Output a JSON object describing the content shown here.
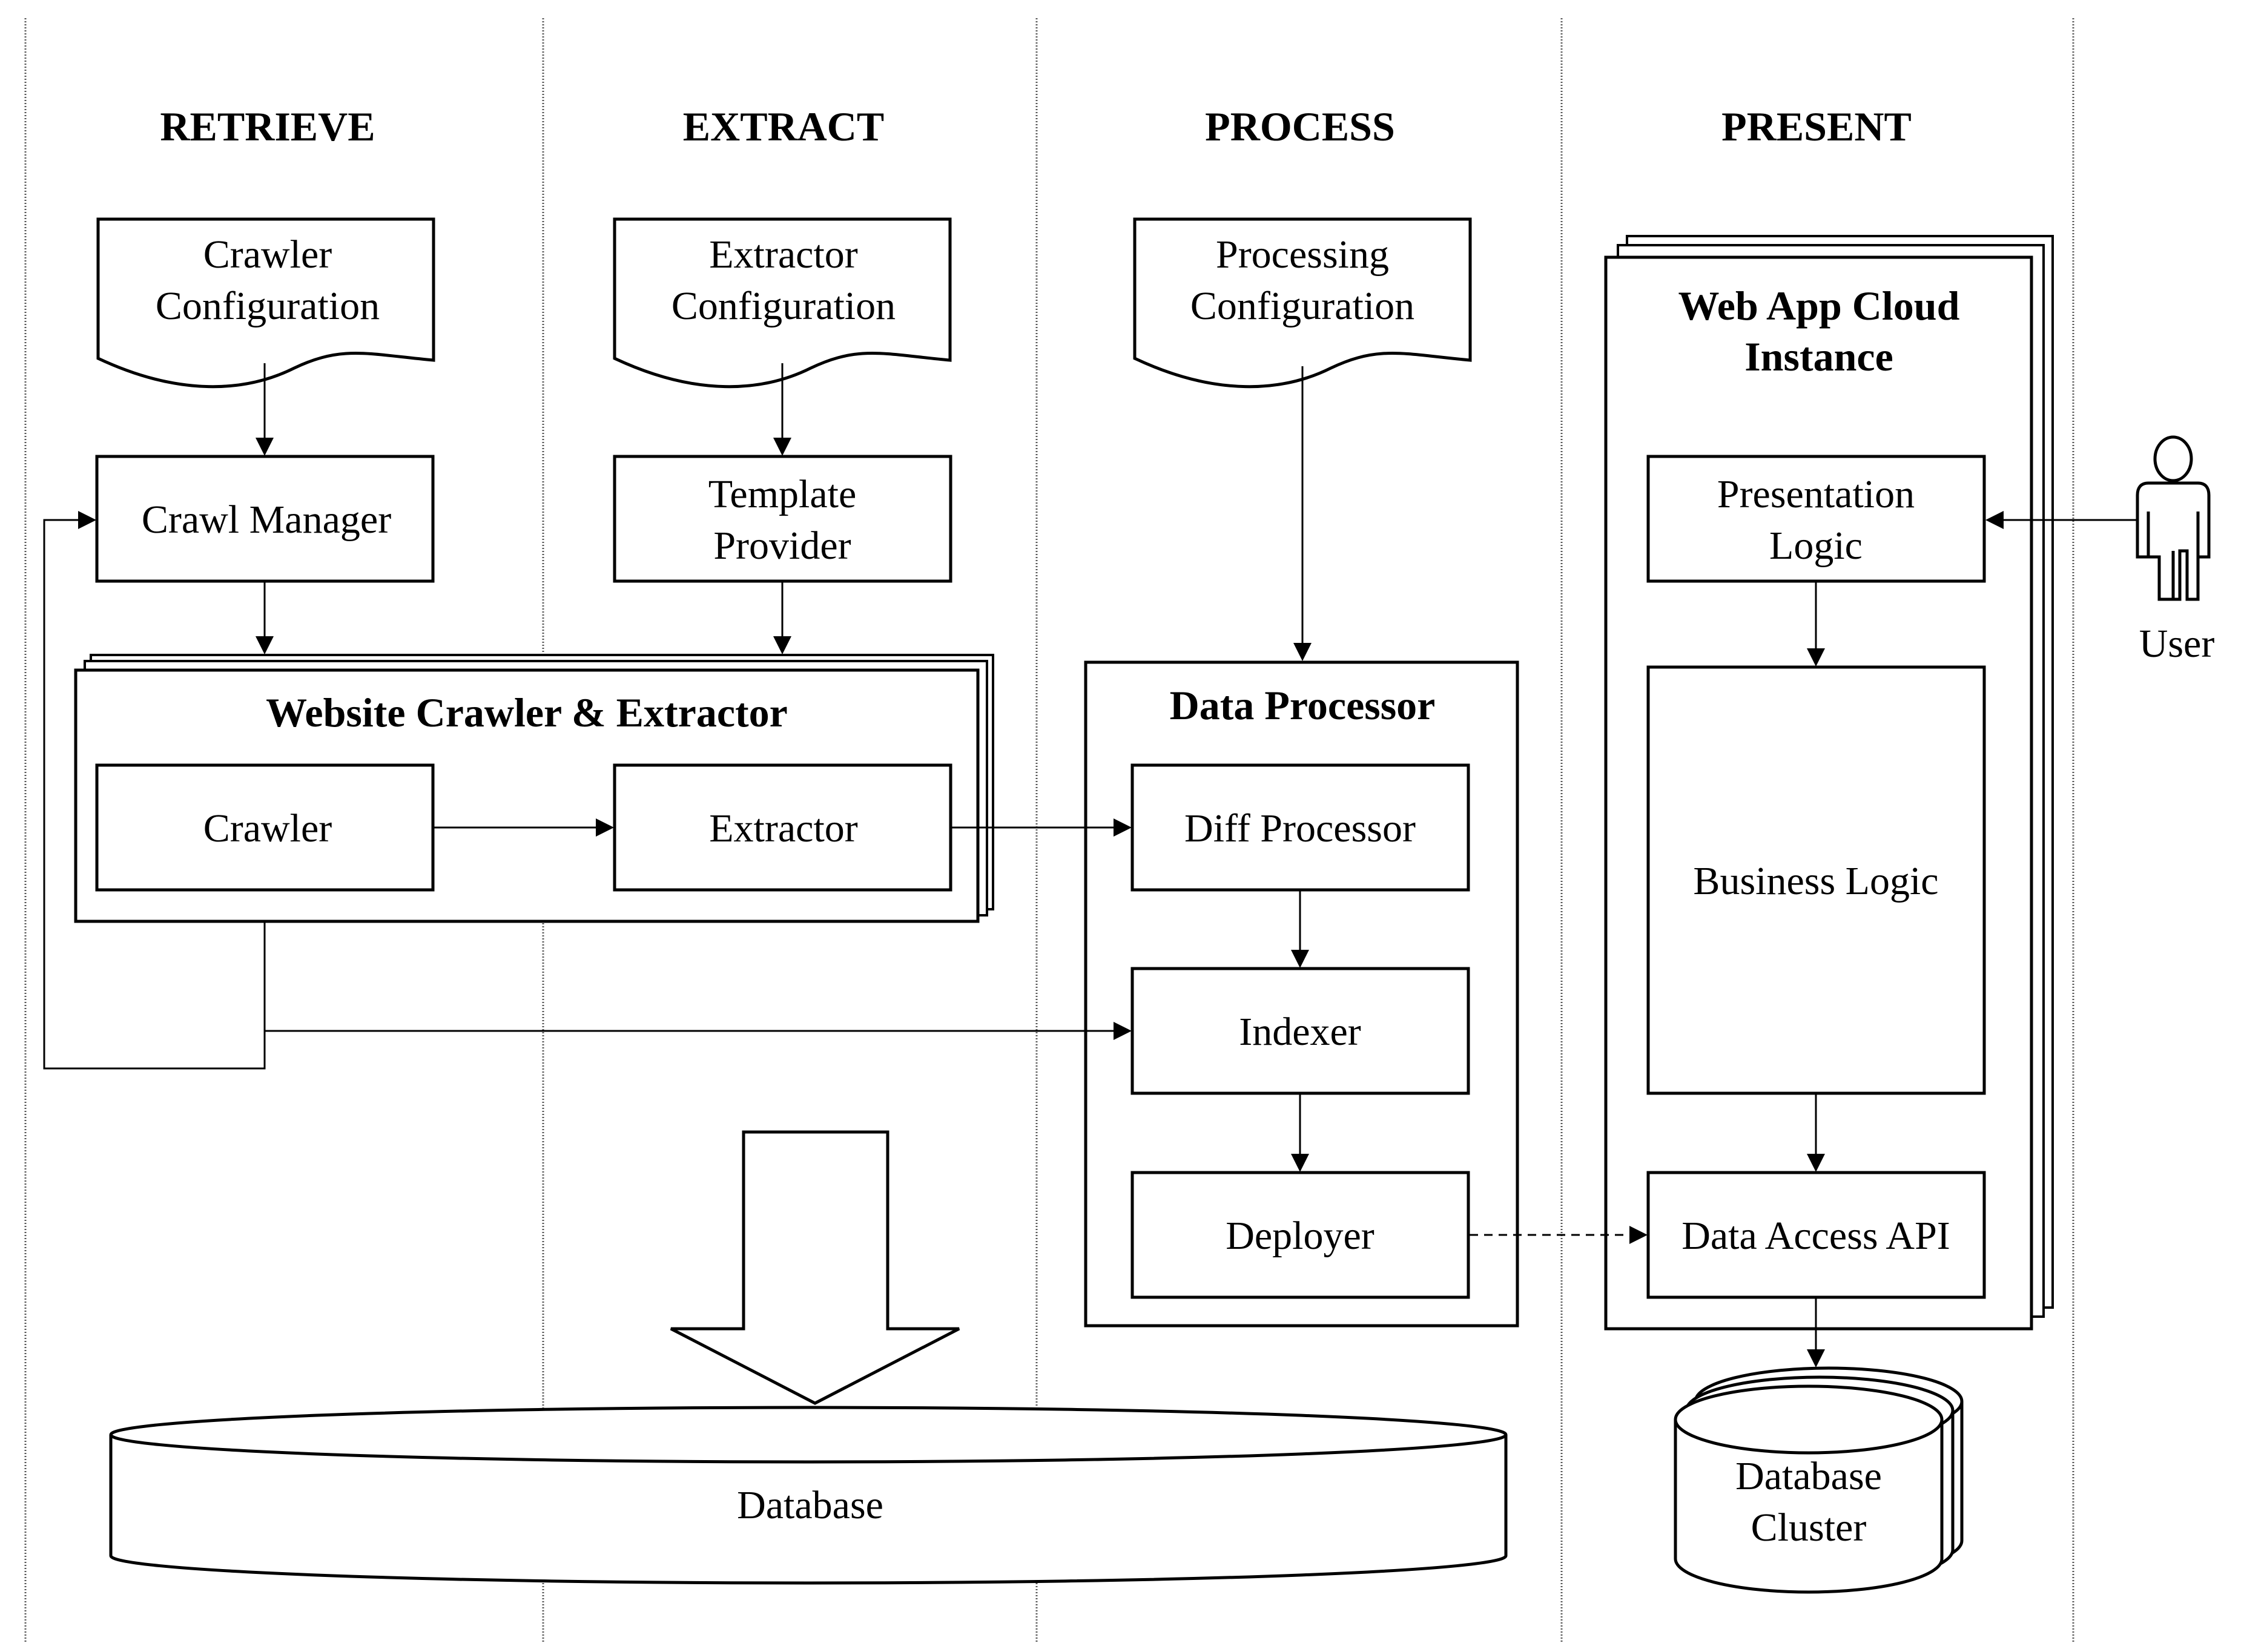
{
  "lanes": {
    "retrieve": "RETRIEVE",
    "extract": "EXTRACT",
    "process": "PROCESS",
    "present": "PRESENT"
  },
  "docs": {
    "crawler_config": [
      "Crawler",
      "Configuration"
    ],
    "extractor_config": [
      "Extractor",
      "Configuration"
    ],
    "processing_config": [
      "Processing",
      "Configuration"
    ]
  },
  "boxes": {
    "crawl_manager": "Crawl Manager",
    "template_provider": [
      "Template",
      "Provider"
    ],
    "crawler": "Crawler",
    "extractor": "Extractor",
    "diff_processor": "Diff Processor",
    "indexer": "Indexer",
    "deployer": "Deployer",
    "presentation_logic": [
      "Presentation",
      "Logic"
    ],
    "business_logic": "Business Logic",
    "data_access_api": "Data Access API"
  },
  "containers": {
    "website_crawler_extractor": "Website Crawler & Extractor",
    "data_processor": "Data Processor",
    "web_app_cloud_instance": [
      "Web App Cloud",
      "Instance"
    ]
  },
  "storage": {
    "database": "Database",
    "database_cluster": [
      "Database",
      "Cluster"
    ]
  },
  "actor": {
    "user": "User"
  }
}
